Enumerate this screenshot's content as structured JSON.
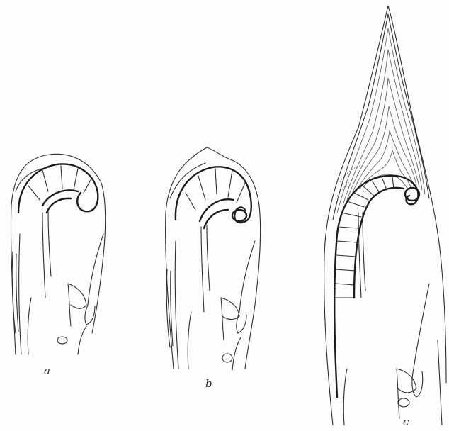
{
  "figures": [
    {
      "id": "a",
      "label": "a"
    },
    {
      "id": "b",
      "label": "b"
    },
    {
      "id": "c",
      "label": "c"
    }
  ],
  "colors": {
    "ink": "#2e2e2e",
    "paper": "#fdfdfd"
  }
}
